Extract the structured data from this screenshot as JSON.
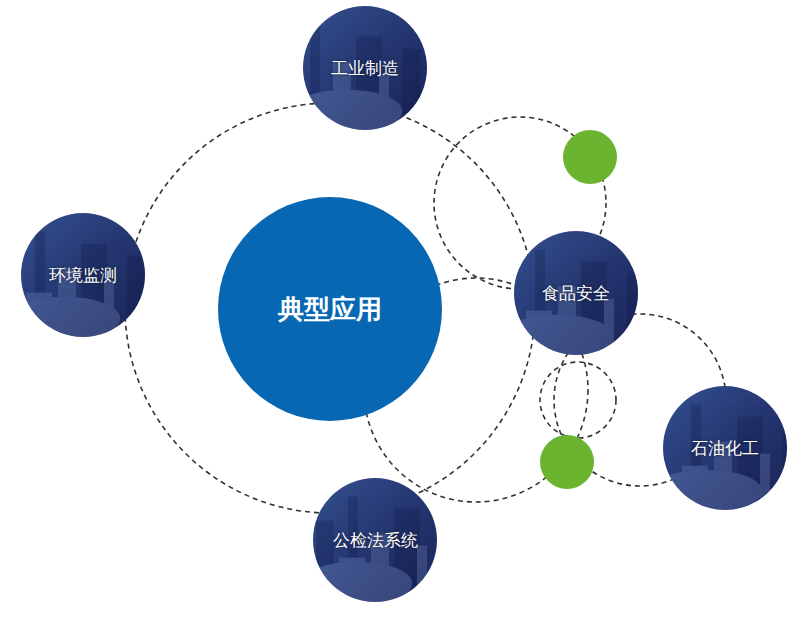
{
  "diagram": {
    "nodes": [
      {
        "text": [
          "典型应用"
        ]
      },
      {
        "text": [
          "工业制造"
        ]
      },
      {
        "text": [
          "环境监测"
        ]
      },
      {
        "text": [
          "食品安全"
        ]
      },
      {
        "text": [
          "石油化工"
        ]
      },
      {
        "text": [
          "公检法系统"
        ]
      }
    ]
  }
}
